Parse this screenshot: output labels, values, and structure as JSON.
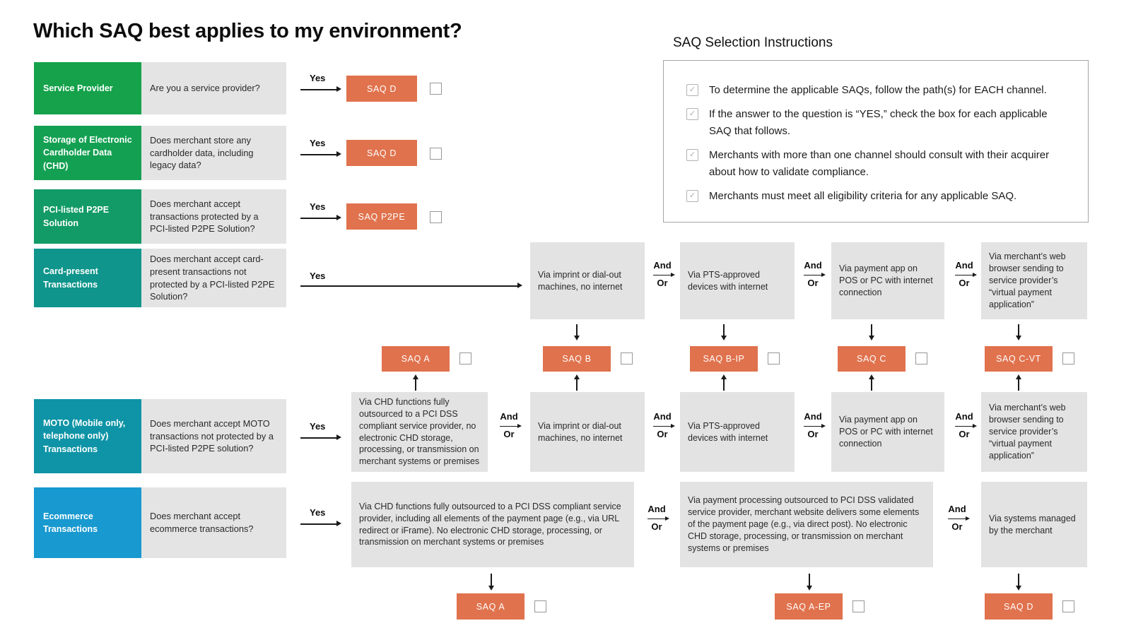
{
  "title": "Which SAQ best applies to my environment?",
  "labels": {
    "yes": "Yes",
    "and": "And",
    "or": "Or"
  },
  "colors": {
    "saq_box": "#e0724d",
    "channel_box": "#e3e3e3",
    "service_provider": "#15a24b",
    "storage_chd": "#14a052",
    "p2pe": "#129b66",
    "card_present": "#0f958b",
    "moto": "#0e94a6",
    "ecommerce": "#1899cf"
  },
  "instructions": {
    "title": "SAQ Selection Instructions",
    "check_icon": "✓",
    "items": [
      "To determine the applicable SAQs, follow the path(s) for EACH channel.",
      "If the answer to the question is “YES,” check the box for each applicable SAQ that follows.",
      "Merchants with more than one channel should consult with their acquirer about how to validate compliance.",
      "Merchants must meet all eligibility criteria for any applicable SAQ."
    ]
  },
  "categories": {
    "service_provider": {
      "label": "Service Provider",
      "question": "Are you a service provider?",
      "saq": "SAQ D"
    },
    "storage_chd": {
      "label": "Storage of Electronic Cardholder Data (CHD)",
      "question": "Does merchant store any cardholder data, including legacy data?",
      "saq": "SAQ D"
    },
    "p2pe": {
      "label": "PCI-listed P2PE Solution",
      "question": "Does merchant accept transactions protected by a PCI-listed P2PE Solution?",
      "saq": "SAQ P2PE"
    },
    "card_present": {
      "label": "Card-present Transactions",
      "question": "Does merchant accept card-present transactions not protected by a PCI-listed P2PE Solution?",
      "channels": [
        "Via imprint or dial-out machines, no internet",
        "Via PTS-approved devices with internet",
        "Via payment app on POS or PC with internet connection",
        "Via merchant’s web browser sending to service provider’s “virtual payment application”"
      ]
    },
    "moto": {
      "label": "MOTO (Mobile only, telephone only) Transactions",
      "question": "Does merchant accept MOTO transactions not protected by a PCI-listed P2PE solution?",
      "channels": [
        "Via CHD functions fully outsourced to a PCI DSS compliant service provider, no electronic CHD storage, processing, or transmission on merchant systems or premises",
        "Via imprint or dial-out machines, no internet",
        "Via PTS-approved devices with internet",
        "Via payment app on POS or PC with internet connection",
        "Via merchant’s web browser sending to service provider’s “virtual payment application”"
      ]
    },
    "ecommerce": {
      "label": "Ecommerce Transactions",
      "question": "Does merchant accept ecommerce transactions?",
      "channels": [
        "Via CHD functions fully outsourced to a PCI DSS compliant service provider, including all elements of the payment page (e.g., via URL redirect or iFrame). No electronic CHD storage, processing, or transmission on merchant systems or premises",
        "Via payment processing outsourced to PCI DSS validated service provider, merchant website delivers some elements of the payment page (e.g., via direct post). No electronic CHD storage, processing, or transmission on merchant systems or premises",
        "Via systems managed by the merchant"
      ]
    }
  },
  "mid_saqs": [
    "SAQ A",
    "SAQ B",
    "SAQ B-IP",
    "SAQ C",
    "SAQ C-VT"
  ],
  "bottom_saqs": [
    "SAQ A",
    "SAQ A-EP",
    "SAQ D"
  ]
}
